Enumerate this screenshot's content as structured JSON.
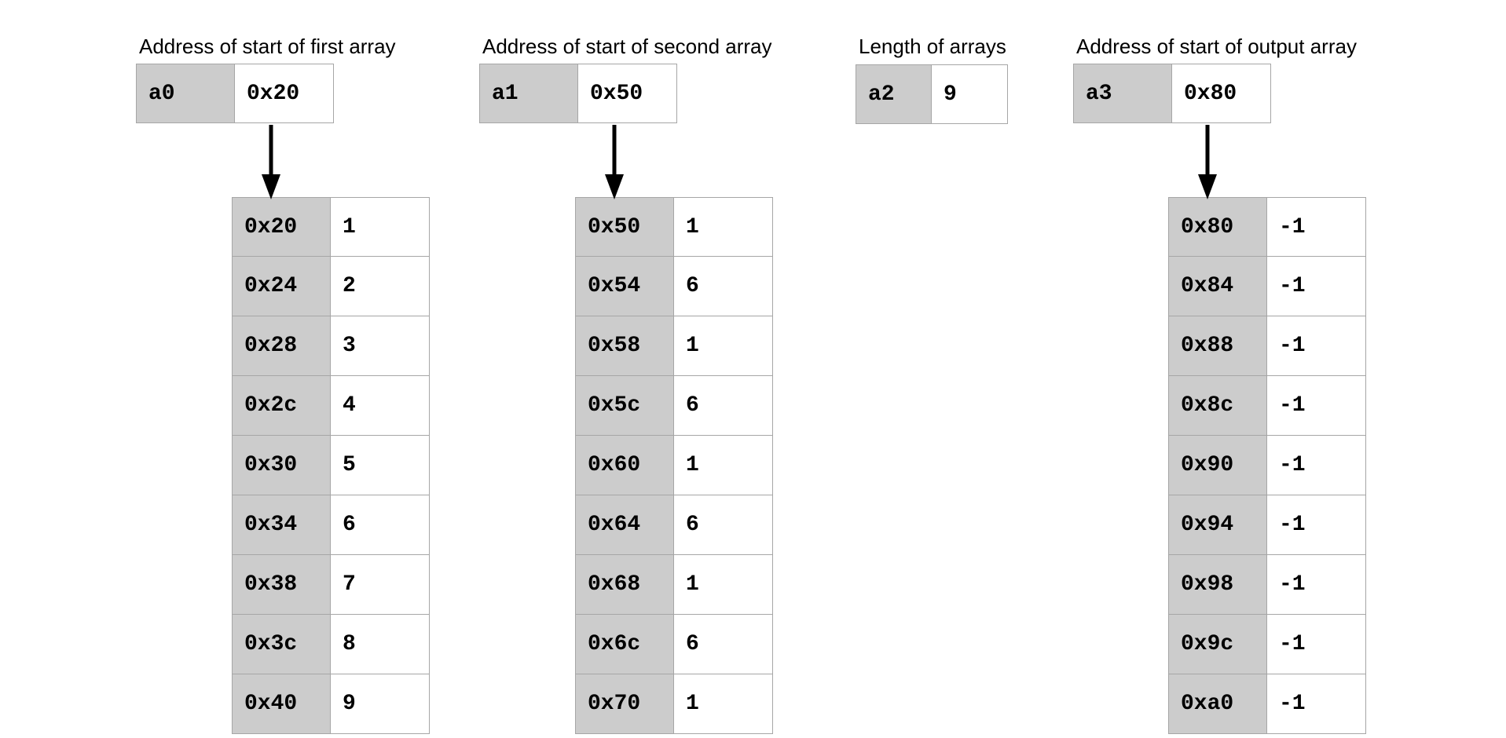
{
  "registers": [
    {
      "label": "Address of start of first array",
      "name": "a0",
      "value": "0x20"
    },
    {
      "label": "Address of start of second array",
      "name": "a1",
      "value": "0x50"
    },
    {
      "label": "Length of arrays",
      "name": "a2",
      "value": "9"
    },
    {
      "label": "Address of start of output array",
      "name": "a3",
      "value": "0x80"
    }
  ],
  "arrays": [
    {
      "rows": [
        {
          "addr": "0x20",
          "val": "1"
        },
        {
          "addr": "0x24",
          "val": "2"
        },
        {
          "addr": "0x28",
          "val": "3"
        },
        {
          "addr": "0x2c",
          "val": "4"
        },
        {
          "addr": "0x30",
          "val": "5"
        },
        {
          "addr": "0x34",
          "val": "6"
        },
        {
          "addr": "0x38",
          "val": "7"
        },
        {
          "addr": "0x3c",
          "val": "8"
        },
        {
          "addr": "0x40",
          "val": "9"
        }
      ]
    },
    {
      "rows": [
        {
          "addr": "0x50",
          "val": "1"
        },
        {
          "addr": "0x54",
          "val": "6"
        },
        {
          "addr": "0x58",
          "val": "1"
        },
        {
          "addr": "0x5c",
          "val": "6"
        },
        {
          "addr": "0x60",
          "val": "1"
        },
        {
          "addr": "0x64",
          "val": "6"
        },
        {
          "addr": "0x68",
          "val": "1"
        },
        {
          "addr": "0x6c",
          "val": "6"
        },
        {
          "addr": "0x70",
          "val": "1"
        }
      ]
    },
    {
      "rows": [
        {
          "addr": "0x80",
          "val": "-1"
        },
        {
          "addr": "0x84",
          "val": "-1"
        },
        {
          "addr": "0x88",
          "val": "-1"
        },
        {
          "addr": "0x8c",
          "val": "-1"
        },
        {
          "addr": "0x90",
          "val": "-1"
        },
        {
          "addr": "0x94",
          "val": "-1"
        },
        {
          "addr": "0x98",
          "val": "-1"
        },
        {
          "addr": "0x9c",
          "val": "-1"
        },
        {
          "addr": "0xa0",
          "val": "-1"
        }
      ]
    }
  ],
  "colors": {
    "name_cell": "#cccccc",
    "value_cell": "#ffffff",
    "border": "#a6a6a6",
    "arrow": "#000000"
  }
}
